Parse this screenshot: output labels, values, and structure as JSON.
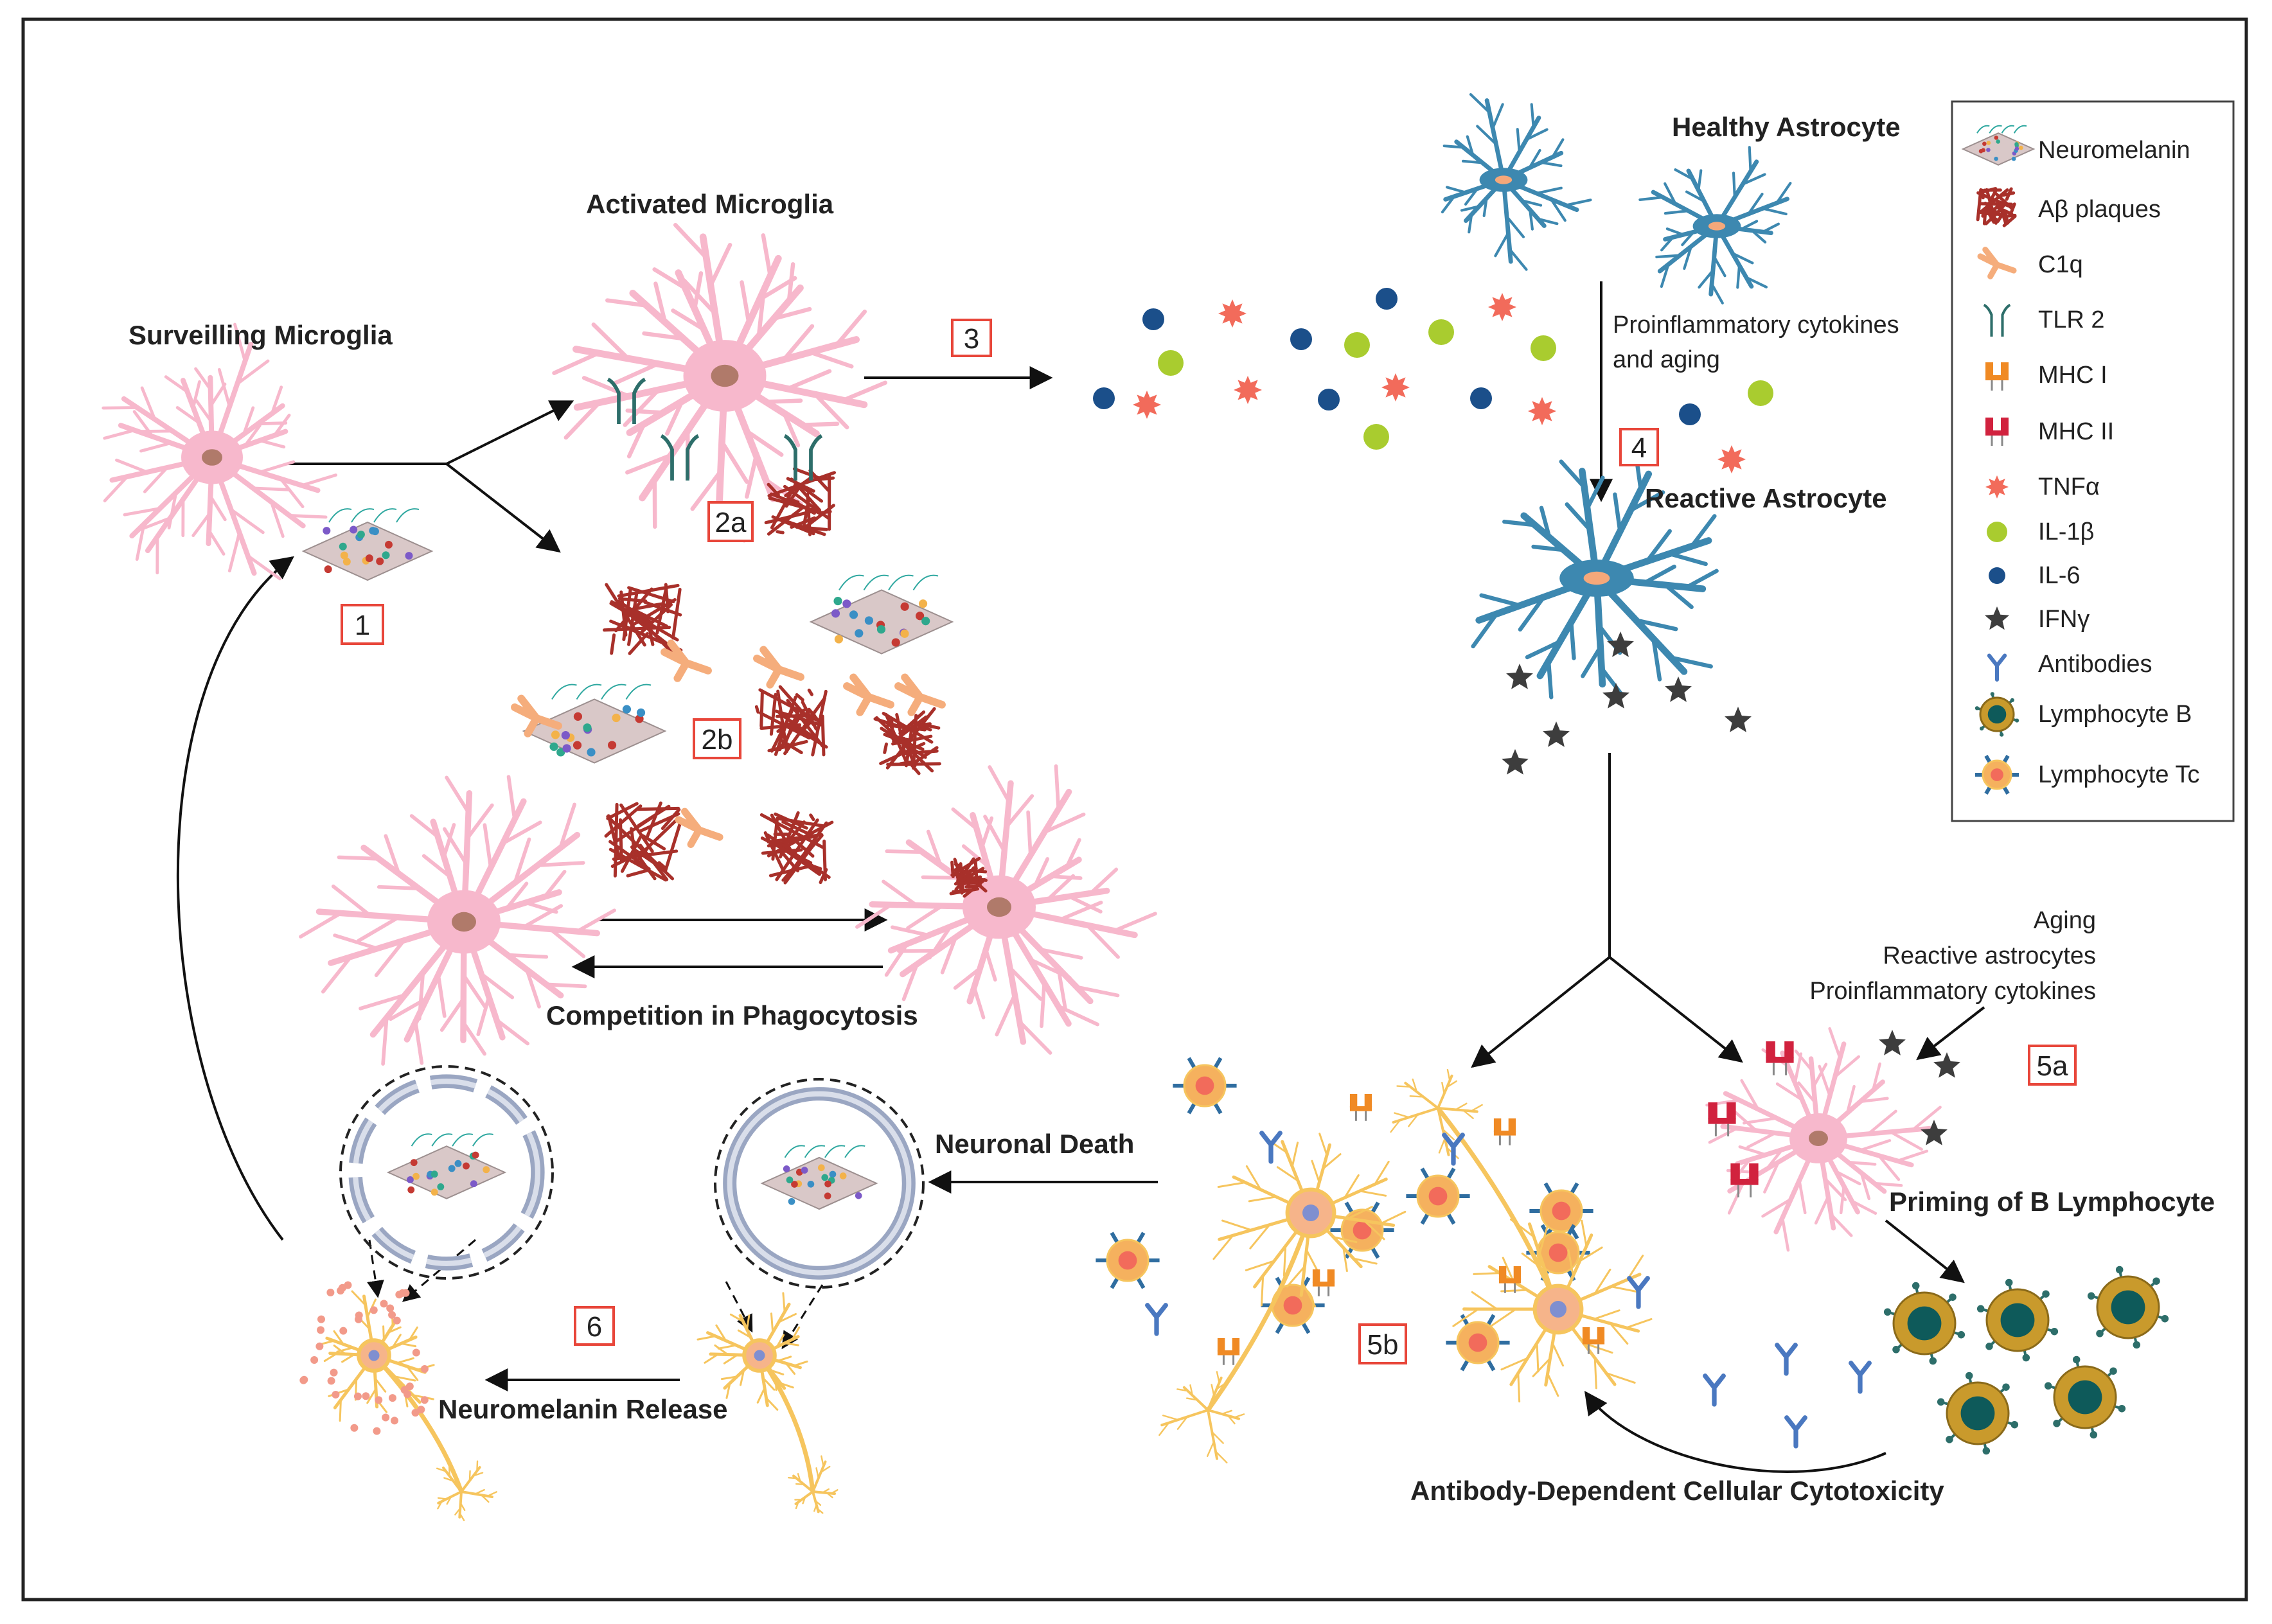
{
  "labels": {
    "surveilling_microglia": "Surveilling Microglia",
    "activated_microglia": "Activated Microglia",
    "healthy_astrocyte": "Healthy Astrocyte",
    "reactive_astrocyte": "Reactive Astrocyte",
    "proinflammatory_aging_1": "Proinflammatory cytokines",
    "proinflammatory_aging_2": "and aging",
    "competition": "Competition in Phagocytosis",
    "neuronal_death": "Neuronal Death",
    "neuromelanin_release": "Neuromelanin Release",
    "priming": "Priming of B Lymphocyte",
    "adcc": "Antibody-Dependent Cellular Cytotoxicity",
    "aging": "Aging",
    "reactive_astrocytes": "Reactive astrocytes",
    "proinflammatory_cytokines": "Proinflammatory cytokines"
  },
  "steps": {
    "s1": "1",
    "s2a": "2a",
    "s2b": "2b",
    "s3": "3",
    "s4": "4",
    "s5a": "5a",
    "s5b": "5b",
    "s6": "6"
  },
  "legend": {
    "items": [
      "Neuromelanin",
      "Aβ plaques",
      "C1q",
      "TLR 2",
      "MHC I",
      "MHC II",
      "TNFα",
      "IL-1β",
      "IL-6",
      "IFNγ",
      "Antibodies",
      "Lymphocyte B",
      "Lymphocyte Tc"
    ]
  },
  "colors": {
    "microglia": "#f7b8cc",
    "astrocyte": "#3d88b0",
    "neuron": "#f6c55e",
    "plaque": "#a8302a",
    "c1q": "#f5ad7c",
    "tlr2": "#2d6e6a",
    "mhc1": "#f08a24",
    "mhc2": "#d1223e",
    "tnf": "#f26b5b",
    "il1b": "#a9cc2f",
    "il6": "#1b4f8a",
    "ifng": "#3d3d3d",
    "antibody": "#4a78c0",
    "lympho_b": "#c99a2c",
    "lympho_tc": "#f5b15e",
    "step_box": "#e8463a"
  }
}
